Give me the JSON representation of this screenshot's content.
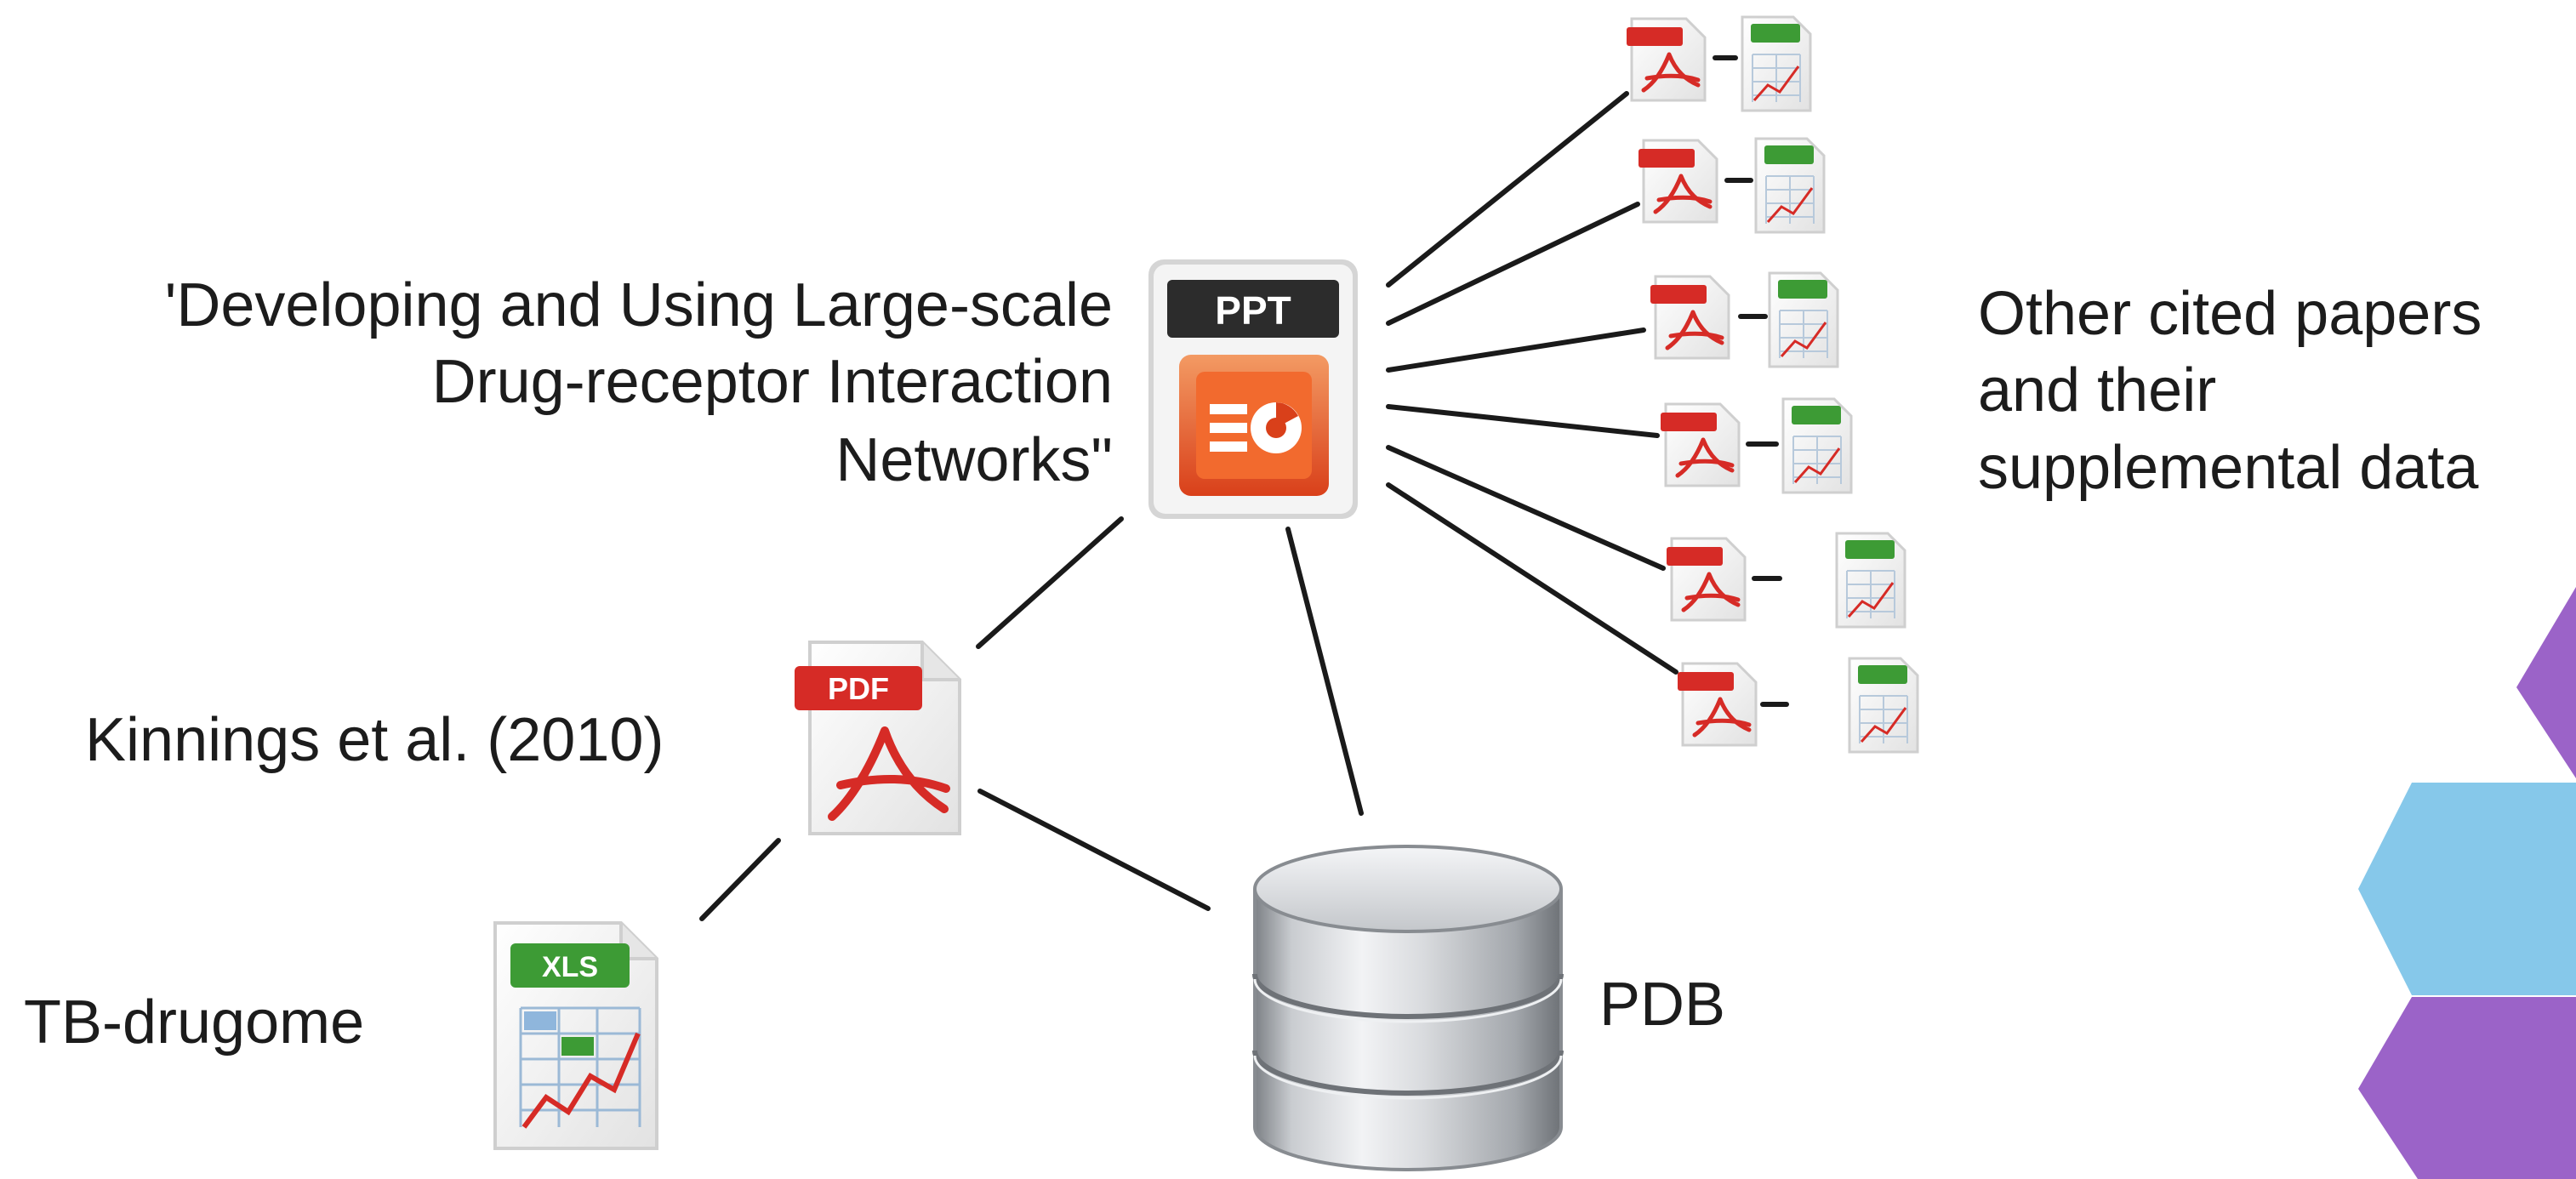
{
  "labels": {
    "ppt_title_line1": "'Developing and Using Large-scale",
    "ppt_title_line2": "Drug-receptor Interaction",
    "ppt_title_line3": "Networks\"",
    "kinnings": "Kinnings et al. (2010)",
    "tb_drugome": "TB-drugome",
    "pdb": "PDB",
    "other_line1": "Other cited papers",
    "other_line2": "and their",
    "other_line3": "supplemental data"
  },
  "icons": {
    "ppt_badge": "PPT",
    "pdf_badge": "PDF",
    "xls_badge": "XLS",
    "ppt": "powerpoint-file-icon",
    "pdf": "pdf-file-icon",
    "xls": "excel-file-icon",
    "db": "database-icon"
  },
  "colors": {
    "line": "#1a1a1a",
    "pdf_red": "#d62b26",
    "ppt_orange": "#e8531c",
    "xls_green": "#3d9b35",
    "db_gray": "#a9adb2",
    "hex_purple": "#9b63c8",
    "hex_blue": "#86c8ea"
  }
}
